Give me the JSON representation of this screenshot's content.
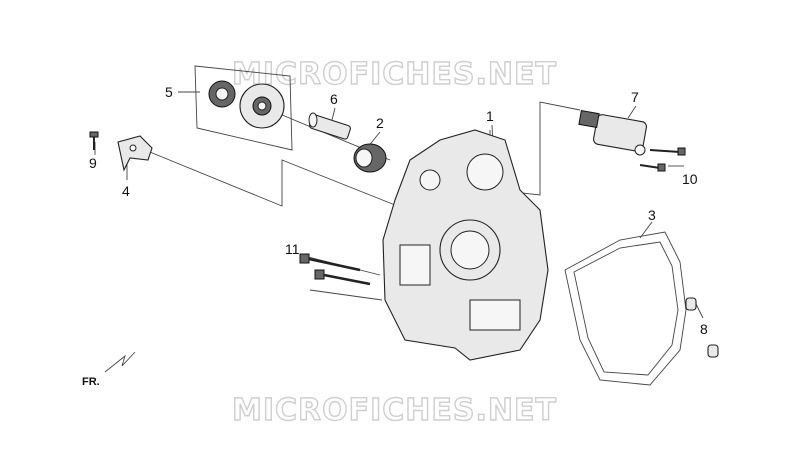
{
  "watermark_top": "MICROFICHES.NET",
  "watermark_bottom": "MICROFICHES.NET",
  "direction_label": "FR.",
  "callouts": {
    "c1": "1",
    "c2": "2",
    "c3": "3",
    "c4": "4",
    "c5": "5",
    "c6": "6",
    "c7": "7",
    "c8": "8",
    "c9": "9",
    "c10": "10",
    "c11": "11"
  }
}
